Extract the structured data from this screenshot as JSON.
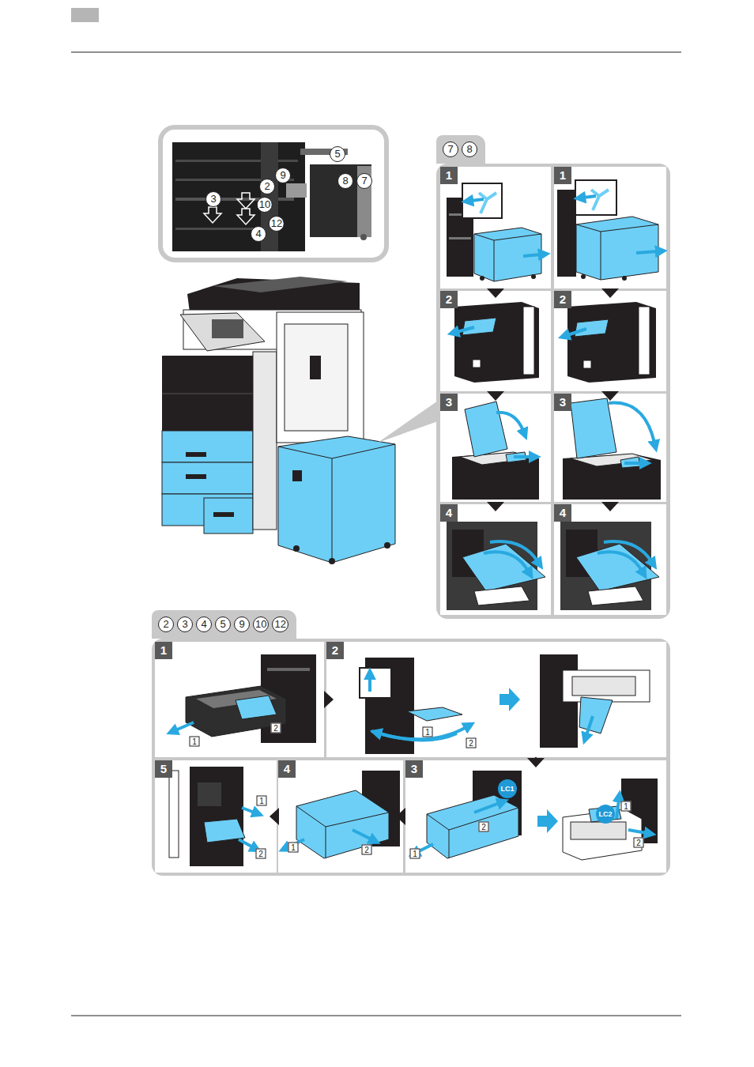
{
  "diagram": {
    "nodes": [
      {
        "text": [
          "7",
          "8"
        ]
      },
      {
        "text": [
          "1"
        ],
        "in": 0
      },
      {
        "text": [
          "1"
        ],
        "in": 0
      },
      {
        "text": [
          "2"
        ],
        "in": 0
      },
      {
        "text": [
          "2"
        ],
        "in": 0
      },
      {
        "text": [
          "3"
        ],
        "in": 0
      },
      {
        "text": [
          "3"
        ],
        "in": 0
      },
      {
        "text": [
          "4"
        ],
        "in": 0
      },
      {
        "text": [
          "4"
        ],
        "in": 0
      },
      {
        "text": [
          "2",
          "3",
          "4",
          "5",
          "9",
          "10",
          "12"
        ]
      },
      {
        "text": [
          "1"
        ],
        "in": 9
      },
      {
        "text": [
          "2"
        ],
        "in": 9
      },
      {
        "text": [
          "5"
        ],
        "in": 9
      },
      {
        "text": [
          "4"
        ],
        "in": 9
      },
      {
        "text": [
          "3"
        ],
        "in": 9
      }
    ],
    "edges": [
      {
        "from": 1,
        "to": 3,
        "arrow": "to"
      },
      {
        "from": 3,
        "to": 5,
        "arrow": "to"
      },
      {
        "from": 5,
        "to": 7,
        "arrow": "to"
      },
      {
        "from": 2,
        "to": 4,
        "arrow": "to"
      },
      {
        "from": 4,
        "to": 6,
        "arrow": "to"
      },
      {
        "from": 6,
        "to": 8,
        "arrow": "to"
      },
      {
        "from": 10,
        "to": 11,
        "arrow": "to"
      },
      {
        "from": 11,
        "to": 14,
        "arrow": "to"
      },
      {
        "from": 14,
        "to": 13,
        "arrow": "to"
      },
      {
        "from": 13,
        "to": 12,
        "arrow": "to"
      }
    ],
    "labels": [
      "5",
      "9",
      "2",
      "8",
      "7",
      "3",
      "10",
      "12",
      "4",
      "1",
      "2",
      "1",
      "2",
      "1",
      "2",
      "1",
      "2",
      "LC1",
      "2",
      "1",
      "LC2",
      "1",
      "2"
    ]
  }
}
